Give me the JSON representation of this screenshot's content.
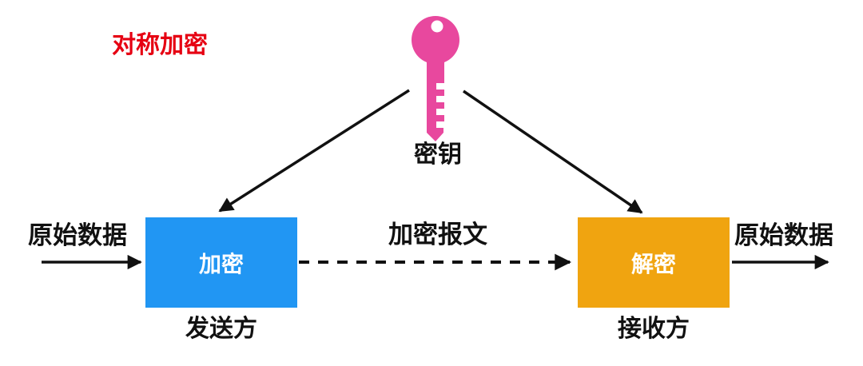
{
  "title": "对称加密",
  "colors": {
    "background": "#ffffff",
    "title_red": "#e60012",
    "key_pink": "#e8489e",
    "encrypt_blue": "#2196f3",
    "decrypt_orange": "#f0a410",
    "arrow_black": "#111111",
    "label_black": "#111111",
    "box_text_white": "#ffffff"
  },
  "key": {
    "icon": "key-icon",
    "label": "密钥"
  },
  "sender": {
    "input_label": "原始数据",
    "box_label": "加密",
    "role_label": "发送方"
  },
  "channel": {
    "label": "加密报文"
  },
  "receiver": {
    "box_label": "解密",
    "role_label": "接收方",
    "output_label": "原始数据"
  }
}
